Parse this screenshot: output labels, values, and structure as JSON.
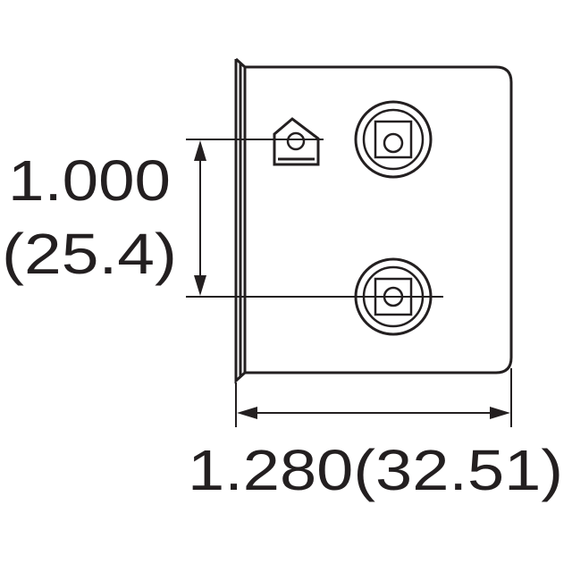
{
  "drawing": {
    "height_dimension": {
      "inches": "1.000",
      "millimeters": "(25.4)"
    },
    "width_dimension": {
      "label": "1.280(32.51)"
    },
    "colors": {
      "line": "#231f20",
      "background": "#ffffff"
    }
  }
}
